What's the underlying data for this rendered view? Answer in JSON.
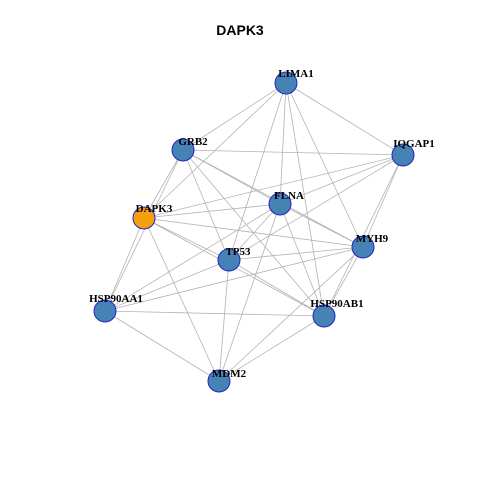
{
  "title": "DAPK3",
  "colors": {
    "focus_node": "#f5a00f",
    "default_node": "#4682b4",
    "node_border": "#2323c8",
    "edge": "#b3b3b3"
  },
  "nodes": [
    {
      "id": "LIMA1",
      "label": "LIMA1",
      "focus": false
    },
    {
      "id": "GRB2",
      "label": "GRB2",
      "focus": false
    },
    {
      "id": "IQGAP1",
      "label": "IQGAP1",
      "focus": false
    },
    {
      "id": "DAPK3",
      "label": "DAPK3",
      "focus": true
    },
    {
      "id": "FLNA",
      "label": "FLNA",
      "focus": false
    },
    {
      "id": "MYH9",
      "label": "MYH9",
      "focus": false
    },
    {
      "id": "TP53",
      "label": "TP53",
      "focus": false
    },
    {
      "id": "HSP90AA1",
      "label": "HSP90AA1",
      "focus": false
    },
    {
      "id": "HSP90AB1",
      "label": "HSP90AB1",
      "focus": false
    },
    {
      "id": "MDM2",
      "label": "MDM2",
      "focus": false
    }
  ],
  "edges": [
    [
      "LIMA1",
      "GRB2"
    ],
    [
      "LIMA1",
      "IQGAP1"
    ],
    [
      "LIMA1",
      "DAPK3"
    ],
    [
      "LIMA1",
      "FLNA"
    ],
    [
      "LIMA1",
      "MYH9"
    ],
    [
      "LIMA1",
      "TP53"
    ],
    [
      "LIMA1",
      "HSP90AB1"
    ],
    [
      "GRB2",
      "IQGAP1"
    ],
    [
      "GRB2",
      "DAPK3"
    ],
    [
      "GRB2",
      "FLNA"
    ],
    [
      "GRB2",
      "MYH9"
    ],
    [
      "GRB2",
      "TP53"
    ],
    [
      "GRB2",
      "HSP90AB1"
    ],
    [
      "GRB2",
      "HSP90AA1"
    ],
    [
      "IQGAP1",
      "DAPK3"
    ],
    [
      "IQGAP1",
      "FLNA"
    ],
    [
      "IQGAP1",
      "MYH9"
    ],
    [
      "IQGAP1",
      "TP53"
    ],
    [
      "IQGAP1",
      "HSP90AB1"
    ],
    [
      "DAPK3",
      "FLNA"
    ],
    [
      "DAPK3",
      "MYH9"
    ],
    [
      "DAPK3",
      "TP53"
    ],
    [
      "DAPK3",
      "HSP90AA1"
    ],
    [
      "DAPK3",
      "HSP90AB1"
    ],
    [
      "DAPK3",
      "MDM2"
    ],
    [
      "FLNA",
      "MYH9"
    ],
    [
      "FLNA",
      "TP53"
    ],
    [
      "FLNA",
      "HSP90AA1"
    ],
    [
      "FLNA",
      "HSP90AB1"
    ],
    [
      "FLNA",
      "MDM2"
    ],
    [
      "MYH9",
      "TP53"
    ],
    [
      "MYH9",
      "HSP90AA1"
    ],
    [
      "MYH9",
      "HSP90AB1"
    ],
    [
      "MYH9",
      "MDM2"
    ],
    [
      "TP53",
      "HSP90AA1"
    ],
    [
      "TP53",
      "HSP90AB1"
    ],
    [
      "TP53",
      "MDM2"
    ],
    [
      "HSP90AA1",
      "HSP90AB1"
    ],
    [
      "HSP90AA1",
      "MDM2"
    ],
    [
      "HSP90AB1",
      "MDM2"
    ]
  ]
}
